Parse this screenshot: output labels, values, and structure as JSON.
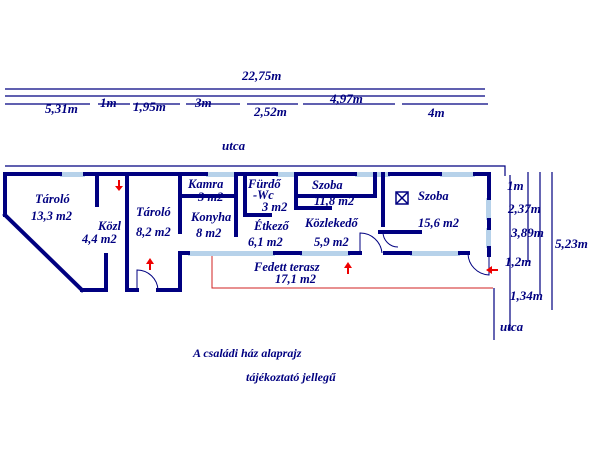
{
  "dimensions_top": {
    "total": "22,75m",
    "d1": "5,31m",
    "d2": "1m",
    "d3": "1,95m",
    "d4": "3m",
    "d5": "2,52m",
    "d6": "4,97m",
    "d7": "4m"
  },
  "dimensions_right": {
    "r1": "1m",
    "r2": "2,37m",
    "r3": "3,89m",
    "r4": "5,23m",
    "r5": "1,2m",
    "r6": "1,34m"
  },
  "street_top": "utca",
  "street_right": "utca",
  "rooms": {
    "tarolo1": {
      "name": "Tároló",
      "area": "13,3 m2"
    },
    "kozl": {
      "name": "Közl",
      "area": "4,4 m2"
    },
    "tarolo2": {
      "name": "Tároló",
      "area": "8,2 m2"
    },
    "kamra": {
      "name": "Kamra",
      "area": "3 m2"
    },
    "konyha": {
      "name": "Konyha",
      "area": "8 m2"
    },
    "furdo": {
      "name": "Fürdő",
      "sub": "-Wc",
      "area": "3 m2"
    },
    "etkezo": {
      "name": "Étkező",
      "area": "6,1 m2"
    },
    "szoba1": {
      "name": "Szoba",
      "area": "11,8 m2"
    },
    "kozlekedo": {
      "name": "Közlekedő",
      "area": "5,9 m2"
    },
    "szoba2": {
      "name": "Szoba",
      "area": "15,6 m2"
    },
    "terasz": {
      "name": "Fedett terasz",
      "area": "17,1 m2"
    }
  },
  "caption": {
    "line1": "A családi ház alaprajz",
    "line2": "tájékoztató jellegű"
  },
  "colors": {
    "wall": "#000080",
    "window": "#b7d2ea",
    "arrow": "#ee0000",
    "terrace": "#d02020"
  }
}
